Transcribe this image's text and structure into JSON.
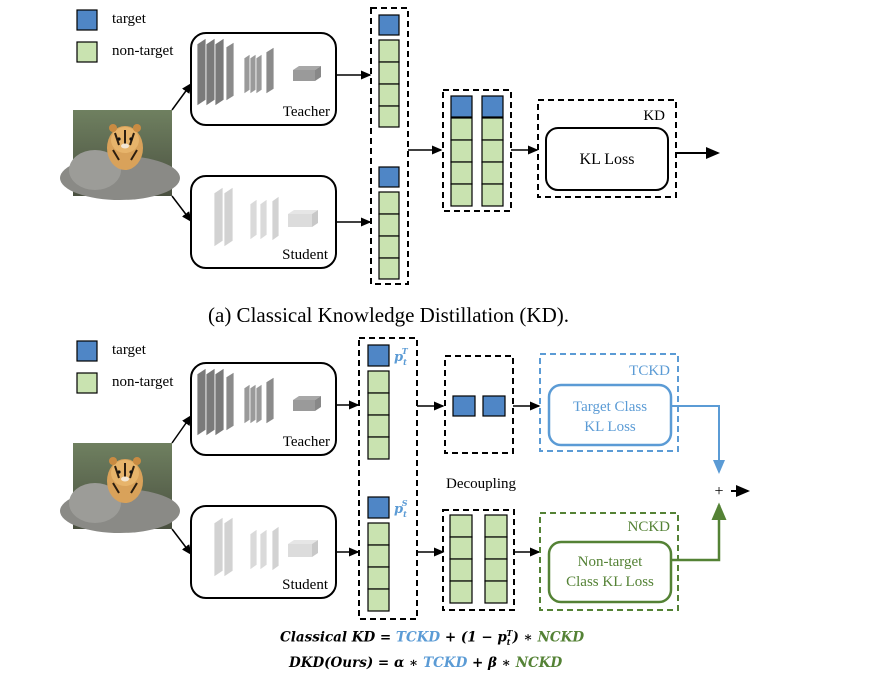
{
  "legend": {
    "target": "target",
    "non_target": "non-target"
  },
  "colors": {
    "target": "#4f86c6",
    "non_target": "#c9e3b0",
    "tckd": "#5b9bd5",
    "nckd": "#548235"
  },
  "top": {
    "teacher_label": "Teacher",
    "student_label": "Student",
    "kd_label": "KD",
    "kl_loss_label": "KL Loss",
    "caption": "(a) Classical Knowledge Distillation (KD)."
  },
  "bottom": {
    "teacher_label": "Teacher",
    "student_label": "Student",
    "pt_teacher": "p",
    "pt_teacher_sub": "t",
    "pt_teacher_sup": "T",
    "pt_student": "p",
    "pt_student_sub": "t",
    "pt_student_sup": "S",
    "decoupling_label": "Decoupling",
    "tckd_label": "TCKD",
    "tckd_box_line1": "Target Class",
    "tckd_box_line2": "KL Loss",
    "nckd_label": "NCKD",
    "nckd_box_line1": "Non-target",
    "nckd_box_line2": "Class KL Loss",
    "sum_symbol": "+"
  },
  "formulas": {
    "line1_lhs": "Classical KD",
    "line1_eq": " = ",
    "line1_tckd": "TCKD",
    "line1_plus": " + ",
    "line1_term": "(1 − p",
    "line1_term_sub": "t",
    "line1_term_sup": "T",
    "line1_close": ") ∗ ",
    "line1_nckd": "NCKD",
    "line2_lhs": "DKD(Ours)",
    "line2_eq": " = ",
    "line2_alpha": "α ∗ ",
    "line2_tckd": "TCKD",
    "line2_plus": " + ",
    "line2_beta": "β ∗ ",
    "line2_nckd": "NCKD"
  }
}
